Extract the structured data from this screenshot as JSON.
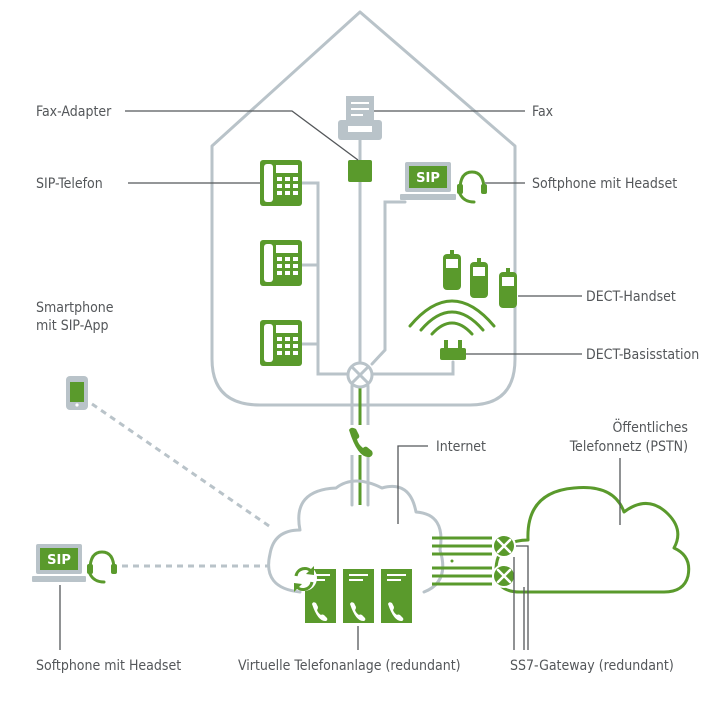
{
  "labels": {
    "fax_adapter": "Fax-Adapter",
    "fax": "Fax",
    "sip_phone": "SIP-Telefon",
    "softphone_top": "Softphone mit Headset",
    "smartphone_line1": "Smartphone",
    "smartphone_line2": "mit SIP-App",
    "dect_handset": "DECT-Handset",
    "dect_base": "DECT-Basisstation",
    "internet": "Internet",
    "pstn_line1": "Öffentliches",
    "pstn_line2": "Telefonnetz (PSTN)",
    "softphone_bottom": "Softphone mit Headset",
    "virtual_pbx": "Virtuelle Telefonanlage (redundant)",
    "ss7_gateway": "SS7-Gateway (redundant)"
  },
  "screen_text": {
    "sip_top": "SIP",
    "sip_bottom": "SIP"
  },
  "colors": {
    "green": "#5a9a2c",
    "gray": "#b9c3c9",
    "text": "#54575a",
    "leader": "#54575a"
  },
  "icons": [
    "fax-icon",
    "fax-adapter-icon",
    "desk-phone-icon",
    "laptop-icon",
    "headset-icon",
    "dect-handset-icon",
    "dect-base-icon",
    "router-icon",
    "phone-handset-icon",
    "smartphone-icon",
    "server-icon",
    "sync-icon",
    "gateway-icon",
    "cloud-icon"
  ]
}
